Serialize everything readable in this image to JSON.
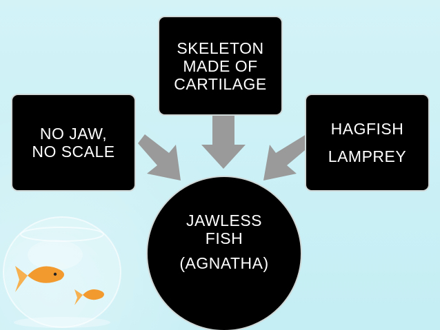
{
  "colors": {
    "background": "#c9f1f6",
    "box_fill": "#000000",
    "box_text": "#ffffff",
    "arrow": "#9a9a9a"
  },
  "icons": {
    "decoration": "goldfish-bowl-icon"
  },
  "nodes": {
    "top": {
      "lines": [
        "SKELETON",
        "MADE OF",
        "CARTILAGE"
      ]
    },
    "left": {
      "lines": [
        "NO JAW,",
        "NO SCALE"
      ]
    },
    "right": {
      "lines": [
        "HAGFISH",
        "LAMPREY"
      ]
    },
    "center": {
      "lines": [
        "JAWLESS",
        "FISH",
        "(AGNATHA)"
      ]
    }
  }
}
